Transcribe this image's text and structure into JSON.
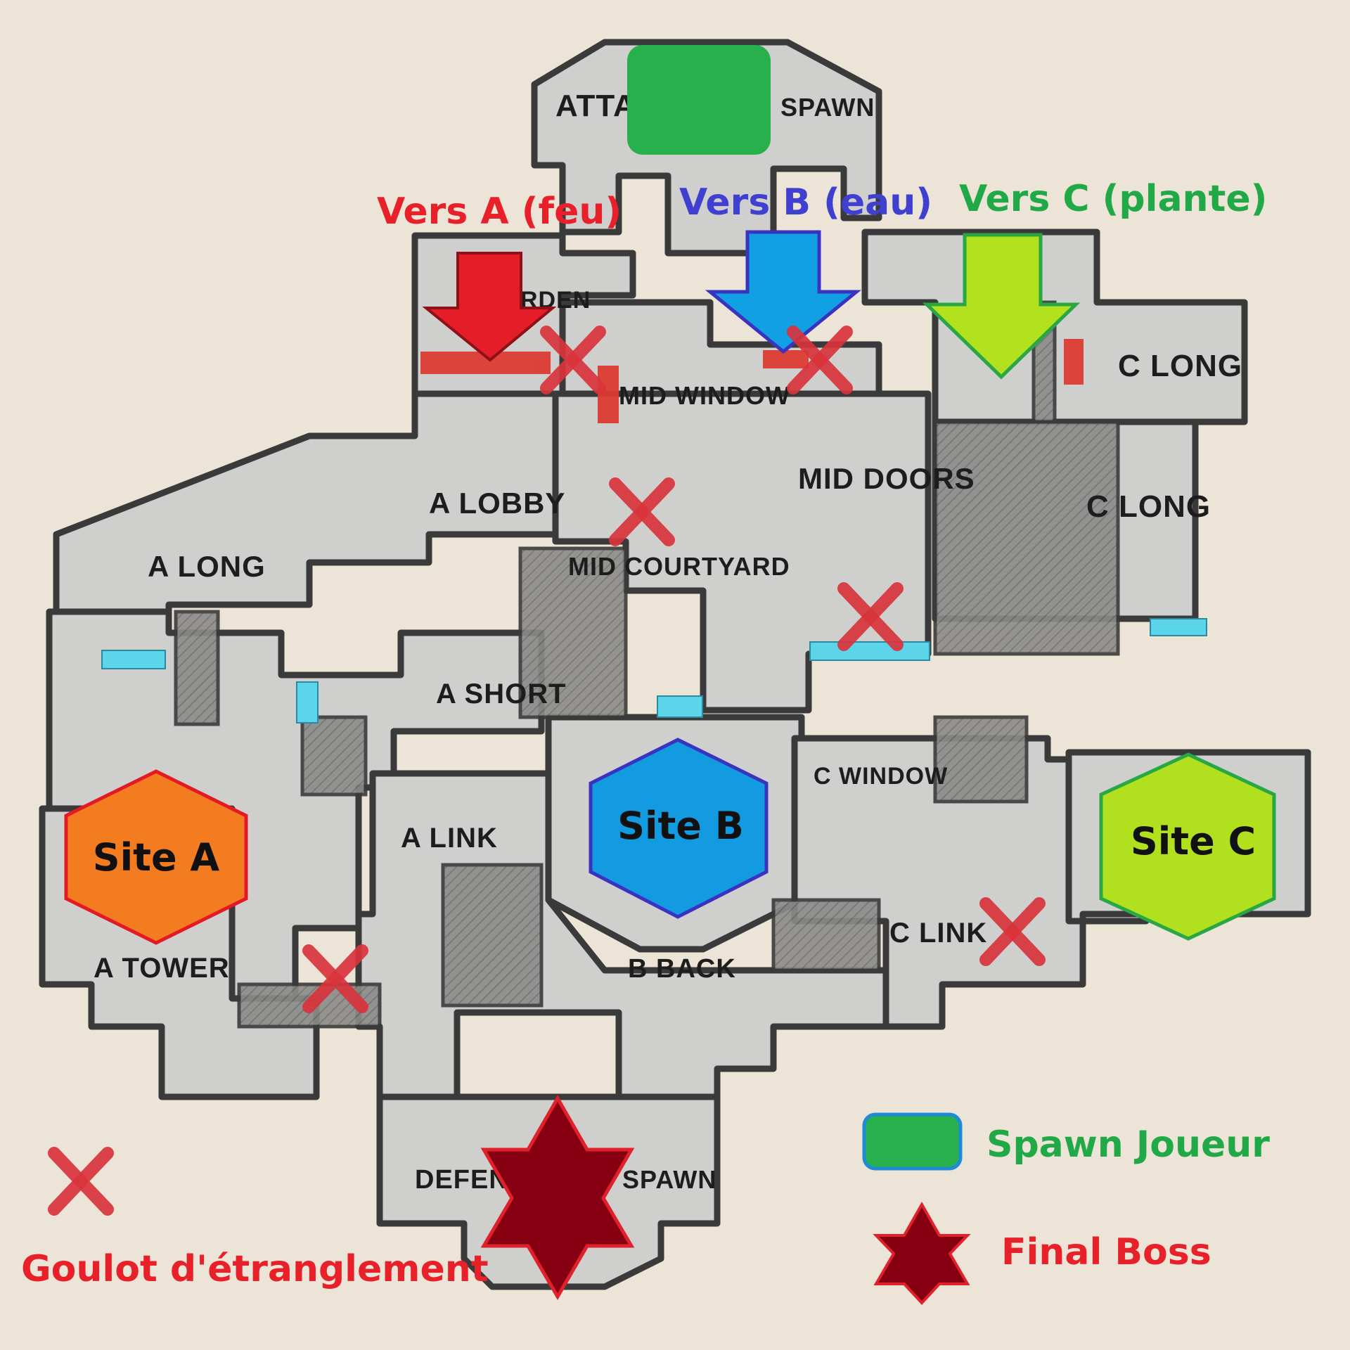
{
  "routes": {
    "a": {
      "label": "Vers A (feu)",
      "color": "#e8202a"
    },
    "b": {
      "label": "Vers B (eau)",
      "color": "#3f40d0"
    },
    "c": {
      "label": "Vers C (plante)",
      "color": "#22a947"
    }
  },
  "areas": {
    "attacker_spawn_left": "ATTA",
    "attacker_spawn_right": "SPAWN",
    "garden": "RDEN",
    "mid_window": "MID WINDOW",
    "c_long_top": "C LONG",
    "a_lobby": "A LOBBY",
    "mid_doors": "MID DOORS",
    "c_long": "C LONG",
    "a_long": "A LONG",
    "mid_courtyard": "MID COURTYARD",
    "a_short": "A SHORT",
    "c_window": "C WINDOW",
    "a_link": "A LINK",
    "a_tower": "A TOWER",
    "b_back": "B BACK",
    "c_link": "C LINK",
    "defender_spawn_left": "DEFEN",
    "defender_spawn_right": "SPAWN"
  },
  "sites": {
    "a": {
      "label": "Site A",
      "color": "#f47c20"
    },
    "b": {
      "label": "Site B",
      "color": "#129be0"
    },
    "c": {
      "label": "Site C",
      "color": "#b0e01e"
    }
  },
  "legend": {
    "spawn": "Spawn Joueur",
    "boss": "Final Boss",
    "chokepoint": "Goulot d'étranglement"
  },
  "colors": {
    "player_spawn": "#27b04b",
    "final_boss": "#870012",
    "chokepoint": "#d9343c",
    "water_door": "#5cd4ea",
    "fire_door": "#dc3b33"
  },
  "icons": [
    "chokepoint-x-icon",
    "route-arrow-icon",
    "site-hexagon-icon",
    "boss-star-icon"
  ]
}
